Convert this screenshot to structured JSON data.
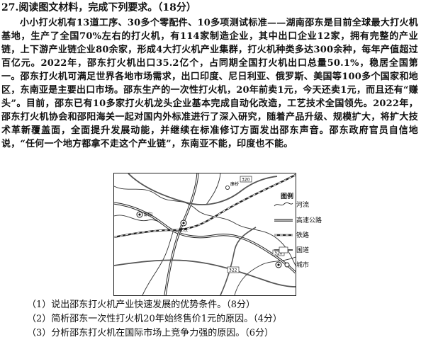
{
  "question": {
    "header": "27.阅读图文材料，完成下列要求。（18分）"
  },
  "passage": "小小打火机有13道工序、30多个零配件、10多项测试标准——湖南邵东是目前全球最大打火机基地，生产了全国70%左右的打火机，有114家制造企业，其中出口企业12家，拥有完整的产业链，上下游产业链企业80余家，形成4大打火机产业集群，打火机种类多达300余种，每年产值超过百亿元。2022年，邵东打火机出口35.2亿个，占同期全国打火机出口总量50.1%，稳居全国第一。邵东打火机可满足世界各地市场需求，出口印度、尼日利亚、俄罗斯、美国等100多个国家和地区，东南亚是主要出口市场。邵东生产的一次性打火机，20年前卖1元，今天还卖1元，而且还有“赚头”。目前，邵东已有10多家打火机龙头企业基本完成自动化改造，工艺技术全国领先。2022年，邵东打火机协会和邵阳海关一起对国内外标准进行了深入研究，随着产品升级、规模扩大，将扩大技术革新覆盖面，全面提升发展动能，并继续在标准修订方面发出邵东声音。邵东政府官员自信地说，“任何一个地方都拿不走这个产业链”，东南亚不能，印度也不能。",
  "map": {
    "place_labels": {
      "shaoyang": "邵阳",
      "shaodong": "邵东",
      "town_top": "廉桥"
    },
    "road_labels": [
      "320",
      "320",
      "322"
    ],
    "legend": {
      "title": "图例",
      "items": [
        {
          "icon": "river-icon",
          "label": "河流"
        },
        {
          "icon": "expressway-icon",
          "label": "高速公路"
        },
        {
          "icon": "railway-icon",
          "label": "铁路"
        },
        {
          "icon": "national-road-icon",
          "label": "国道"
        },
        {
          "icon": "city-icon",
          "label": "城市"
        }
      ]
    }
  },
  "sub_questions": [
    "（1）说出邵东打火机产业快速发展的优势条件。（8分）",
    "（2）简析邵东一次性打火机20年始终售价1元的原因。（4分）",
    "（3）分析邵东打火机在国际市场上竞争力强的原因。（6分）"
  ]
}
